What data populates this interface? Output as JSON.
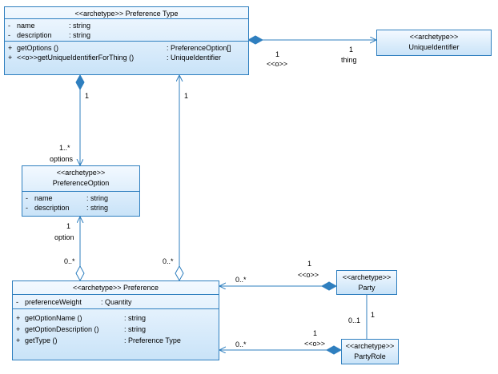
{
  "classes": {
    "preference_type": {
      "stereotype_title": "<<archetype>> Preference Type",
      "attributes": [
        {
          "vis": "-",
          "name": "name",
          "type": ": string"
        },
        {
          "vis": "-",
          "name": "description",
          "type": ": string"
        }
      ],
      "operations": [
        {
          "vis": "+",
          "name": "getOptions ()",
          "type": ": PreferenceOption[]"
        },
        {
          "vis": "+",
          "name": "<<o>>getUniqueIdentifierForThing ()",
          "type": ": UniqueIdentifier"
        }
      ]
    },
    "unique_identifier": {
      "stereotype": "<<archetype>>",
      "name": "UniqueIdentifier"
    },
    "preference_option": {
      "stereotype": "<<archetype>>",
      "name": "PreferenceOption",
      "attributes": [
        {
          "vis": "-",
          "name": "name",
          "type": ": string"
        },
        {
          "vis": "-",
          "name": "description",
          "type": ": string"
        }
      ]
    },
    "preference": {
      "stereotype_title": "<<archetype>> Preference",
      "attributes": [
        {
          "vis": "-",
          "name": "preferenceWeight",
          "type": ": Quantity"
        }
      ],
      "operations": [
        {
          "vis": "+",
          "name": "getOptionName ()",
          "type": ": string"
        },
        {
          "vis": "+",
          "name": "getOptionDescription ()",
          "type": ": string"
        },
        {
          "vis": "+",
          "name": "getType ()",
          "type": ": Preference Type"
        }
      ]
    },
    "party": {
      "stereotype": "<<archetype>>",
      "name": "Party"
    },
    "party_role": {
      "stereotype": "<<archetype>>",
      "name": "PartyRole"
    }
  },
  "labels": {
    "pt_ui_mult_src": "1",
    "pt_ui_stereo": "<<o>>",
    "pt_ui_mult_tgt": "1",
    "pt_ui_role": "thing",
    "pt_po_mult_src": "1",
    "pt_po_mult_tgt": "1..*",
    "pt_po_role": "options",
    "pt_pref_mult": "1",
    "pt_pref_mult_tgt": "0..*",
    "po_pref_mult": "1",
    "po_pref_role": "option",
    "po_pref_mult_tgt": "0..*",
    "party_pref_mult_tgt": "0..*",
    "party_pref_mult_src": "1",
    "party_pref_stereo": "<<o>>",
    "partyrole_pref_mult_tgt": "0..*",
    "partyrole_pref_mult_src": "1",
    "partyrole_pref_stereo": "<<o>>",
    "party_partyrole_mult_src": "1",
    "party_partyrole_mult_tgt": "0..1"
  },
  "colors": {
    "line": "#2f7fbf",
    "class_fill_top": "#f3f9ff",
    "class_fill_bottom": "#c9e3f8",
    "text": "#000000"
  }
}
